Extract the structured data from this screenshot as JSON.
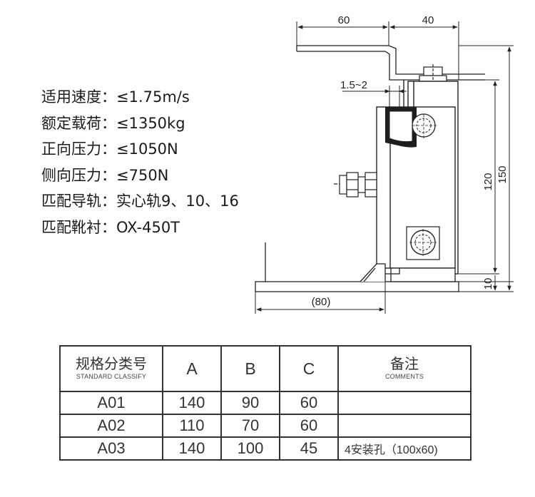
{
  "specs": [
    {
      "label": "适用速度",
      "sep": "：",
      "value": "≤1.75m/s"
    },
    {
      "label": "额定载荷",
      "sep": "：",
      "value": "≤1350kg"
    },
    {
      "label": "正向压力",
      "sep": "：",
      "value": "≤1050N"
    },
    {
      "label": "侧向压力",
      "sep": "：",
      "value": "≤750N"
    },
    {
      "label": "匹配导轨",
      "sep": "：",
      "value": "实心轨9、10、16"
    },
    {
      "label": "匹配靴衬",
      "sep": "：",
      "value": "OX-450T"
    }
  ],
  "dimensions": {
    "d60": "60",
    "d40": "40",
    "gap": "1.5~2",
    "d120": "120",
    "d150": "150",
    "d10": "10",
    "d80": "(80)"
  },
  "table": {
    "header": {
      "classify_cn": "规格分类号",
      "classify_en": "STANDARD CLASSIFY",
      "a": "A",
      "b": "B",
      "c": "C",
      "remark_cn": "备注",
      "remark_en": "COMMENTS"
    },
    "rows": [
      {
        "id": "A01",
        "a": "140",
        "b": "90",
        "c": "60",
        "note": ""
      },
      {
        "id": "A02",
        "a": "110",
        "b": "70",
        "c": "60",
        "note": ""
      },
      {
        "id": "A03",
        "a": "140",
        "b": "100",
        "c": "45",
        "note": "4安装孔（100x60)"
      }
    ]
  }
}
